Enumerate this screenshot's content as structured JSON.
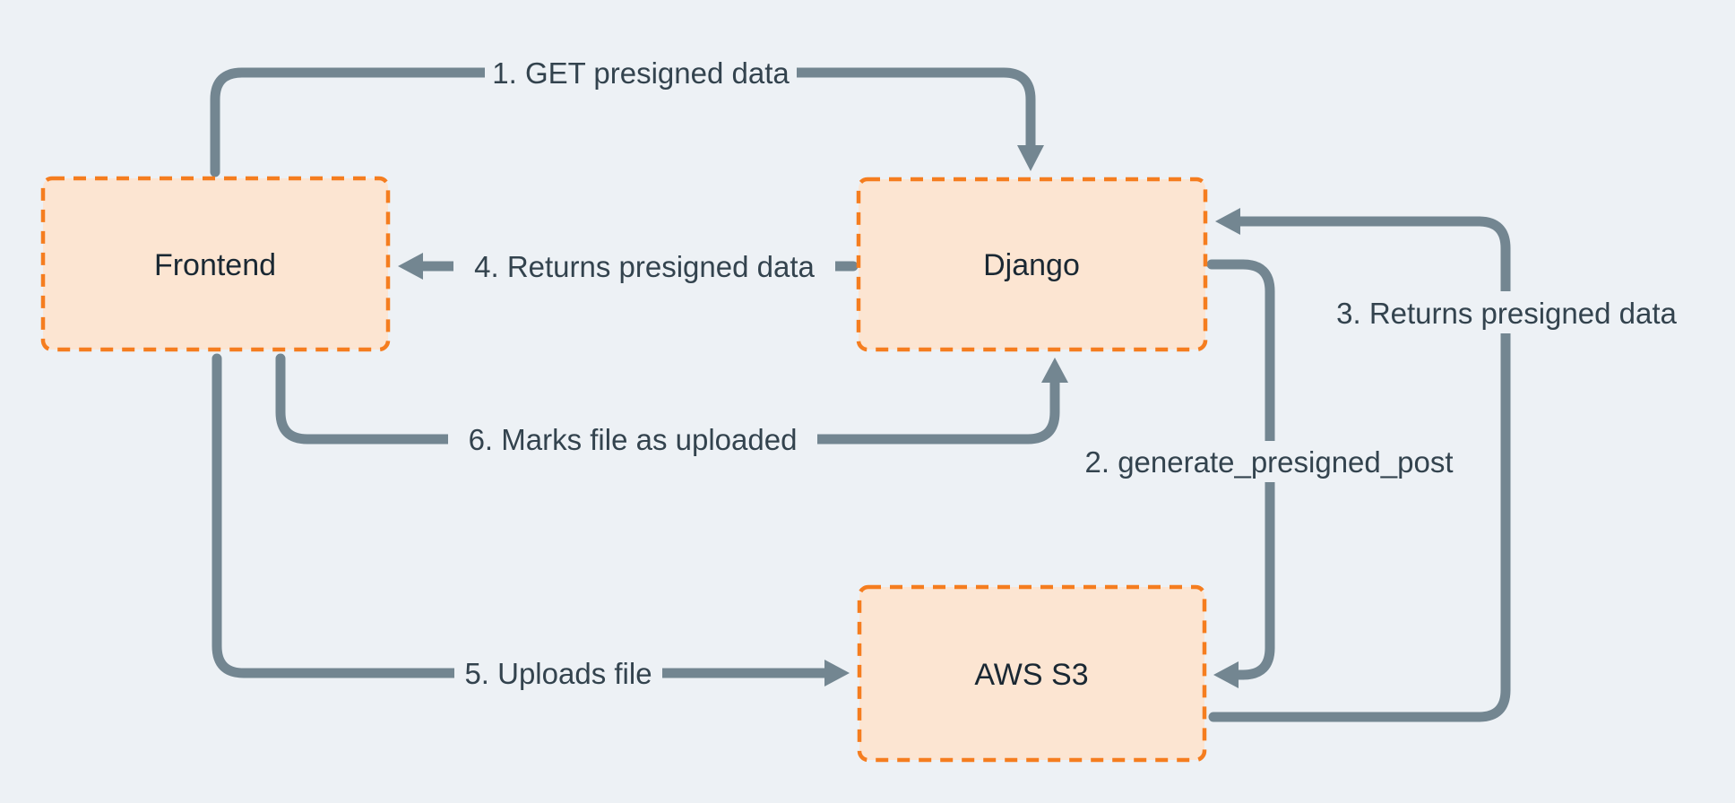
{
  "diagram": {
    "colors": {
      "background": "#EDF1F5",
      "node_fill": "#FCE5D2",
      "node_border": "#F57D1F",
      "arrow": "#738691",
      "edge_label_text": "#33434E",
      "node_label_text": "#1A2833"
    },
    "nodes": [
      {
        "id": "frontend",
        "label": "Frontend"
      },
      {
        "id": "django",
        "label": "Django"
      },
      {
        "id": "aws-s3",
        "label": "AWS S3"
      }
    ],
    "edges": [
      {
        "id": "1",
        "label": "1. GET presigned data",
        "from": "Frontend",
        "to": "Django"
      },
      {
        "id": "2",
        "label": "2. generate_presigned_post",
        "from": "Django",
        "to": "AWS S3"
      },
      {
        "id": "3",
        "label": "3. Returns presigned data",
        "from": "AWS S3",
        "to": "Django"
      },
      {
        "id": "4",
        "label": "4. Returns presigned data",
        "from": "Django",
        "to": "Frontend"
      },
      {
        "id": "5",
        "label": "5. Uploads file",
        "from": "Frontend",
        "to": "AWS S3"
      },
      {
        "id": "6",
        "label": "6. Marks file as  uploaded",
        "from": "Frontend",
        "to": "Django"
      }
    ]
  }
}
